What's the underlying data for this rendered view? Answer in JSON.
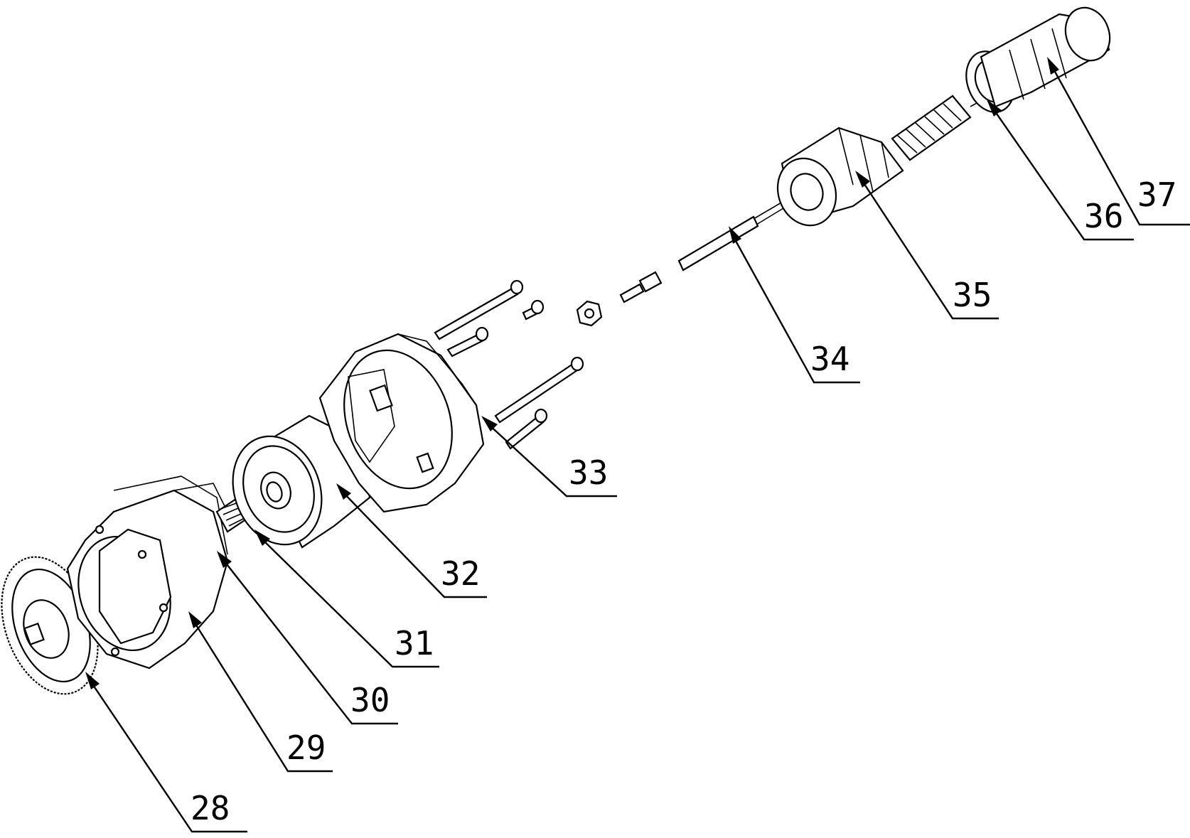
{
  "figure": {
    "callouts": [
      {
        "id": "28",
        "label": "28"
      },
      {
        "id": "29",
        "label": "29"
      },
      {
        "id": "30",
        "label": "30"
      },
      {
        "id": "31",
        "label": "31"
      },
      {
        "id": "32",
        "label": "32"
      },
      {
        "id": "33",
        "label": "33"
      },
      {
        "id": "34",
        "label": "34"
      },
      {
        "id": "35",
        "label": "35"
      },
      {
        "id": "36",
        "label": "36"
      },
      {
        "id": "37",
        "label": "37"
      }
    ]
  }
}
